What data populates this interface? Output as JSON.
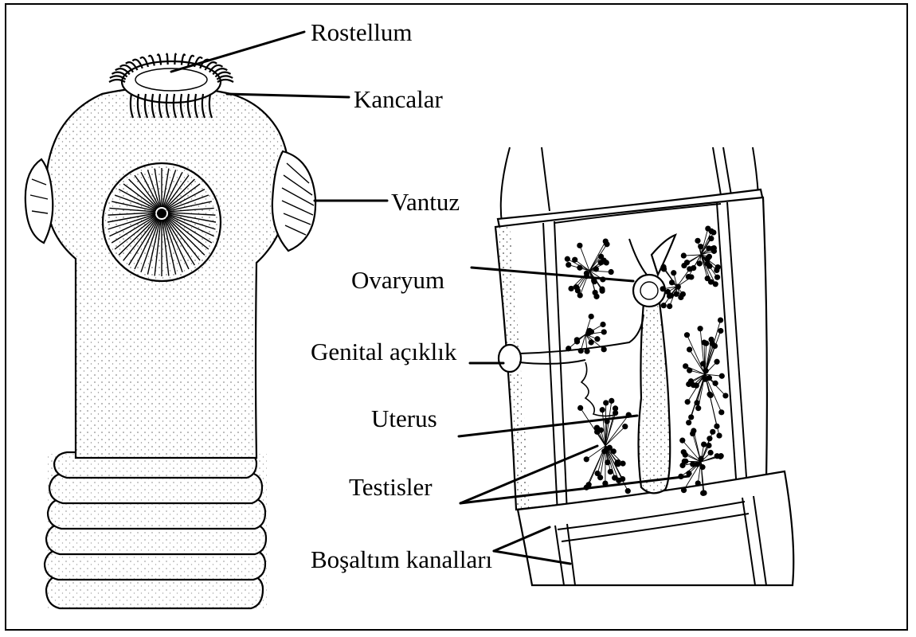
{
  "figure": {
    "labels": {
      "rostellum": "Rostellum",
      "kancalar": "Kancalar",
      "vantuz": "Vantuz",
      "ovaryum": "Ovaryum",
      "genital": "Genital açıklık",
      "uterus": "Uterus",
      "testisler": "Testisler",
      "bosaltim": "Boşaltım kanalları"
    },
    "colors": {
      "ink": "#000000",
      "paper": "#ffffff"
    }
  }
}
